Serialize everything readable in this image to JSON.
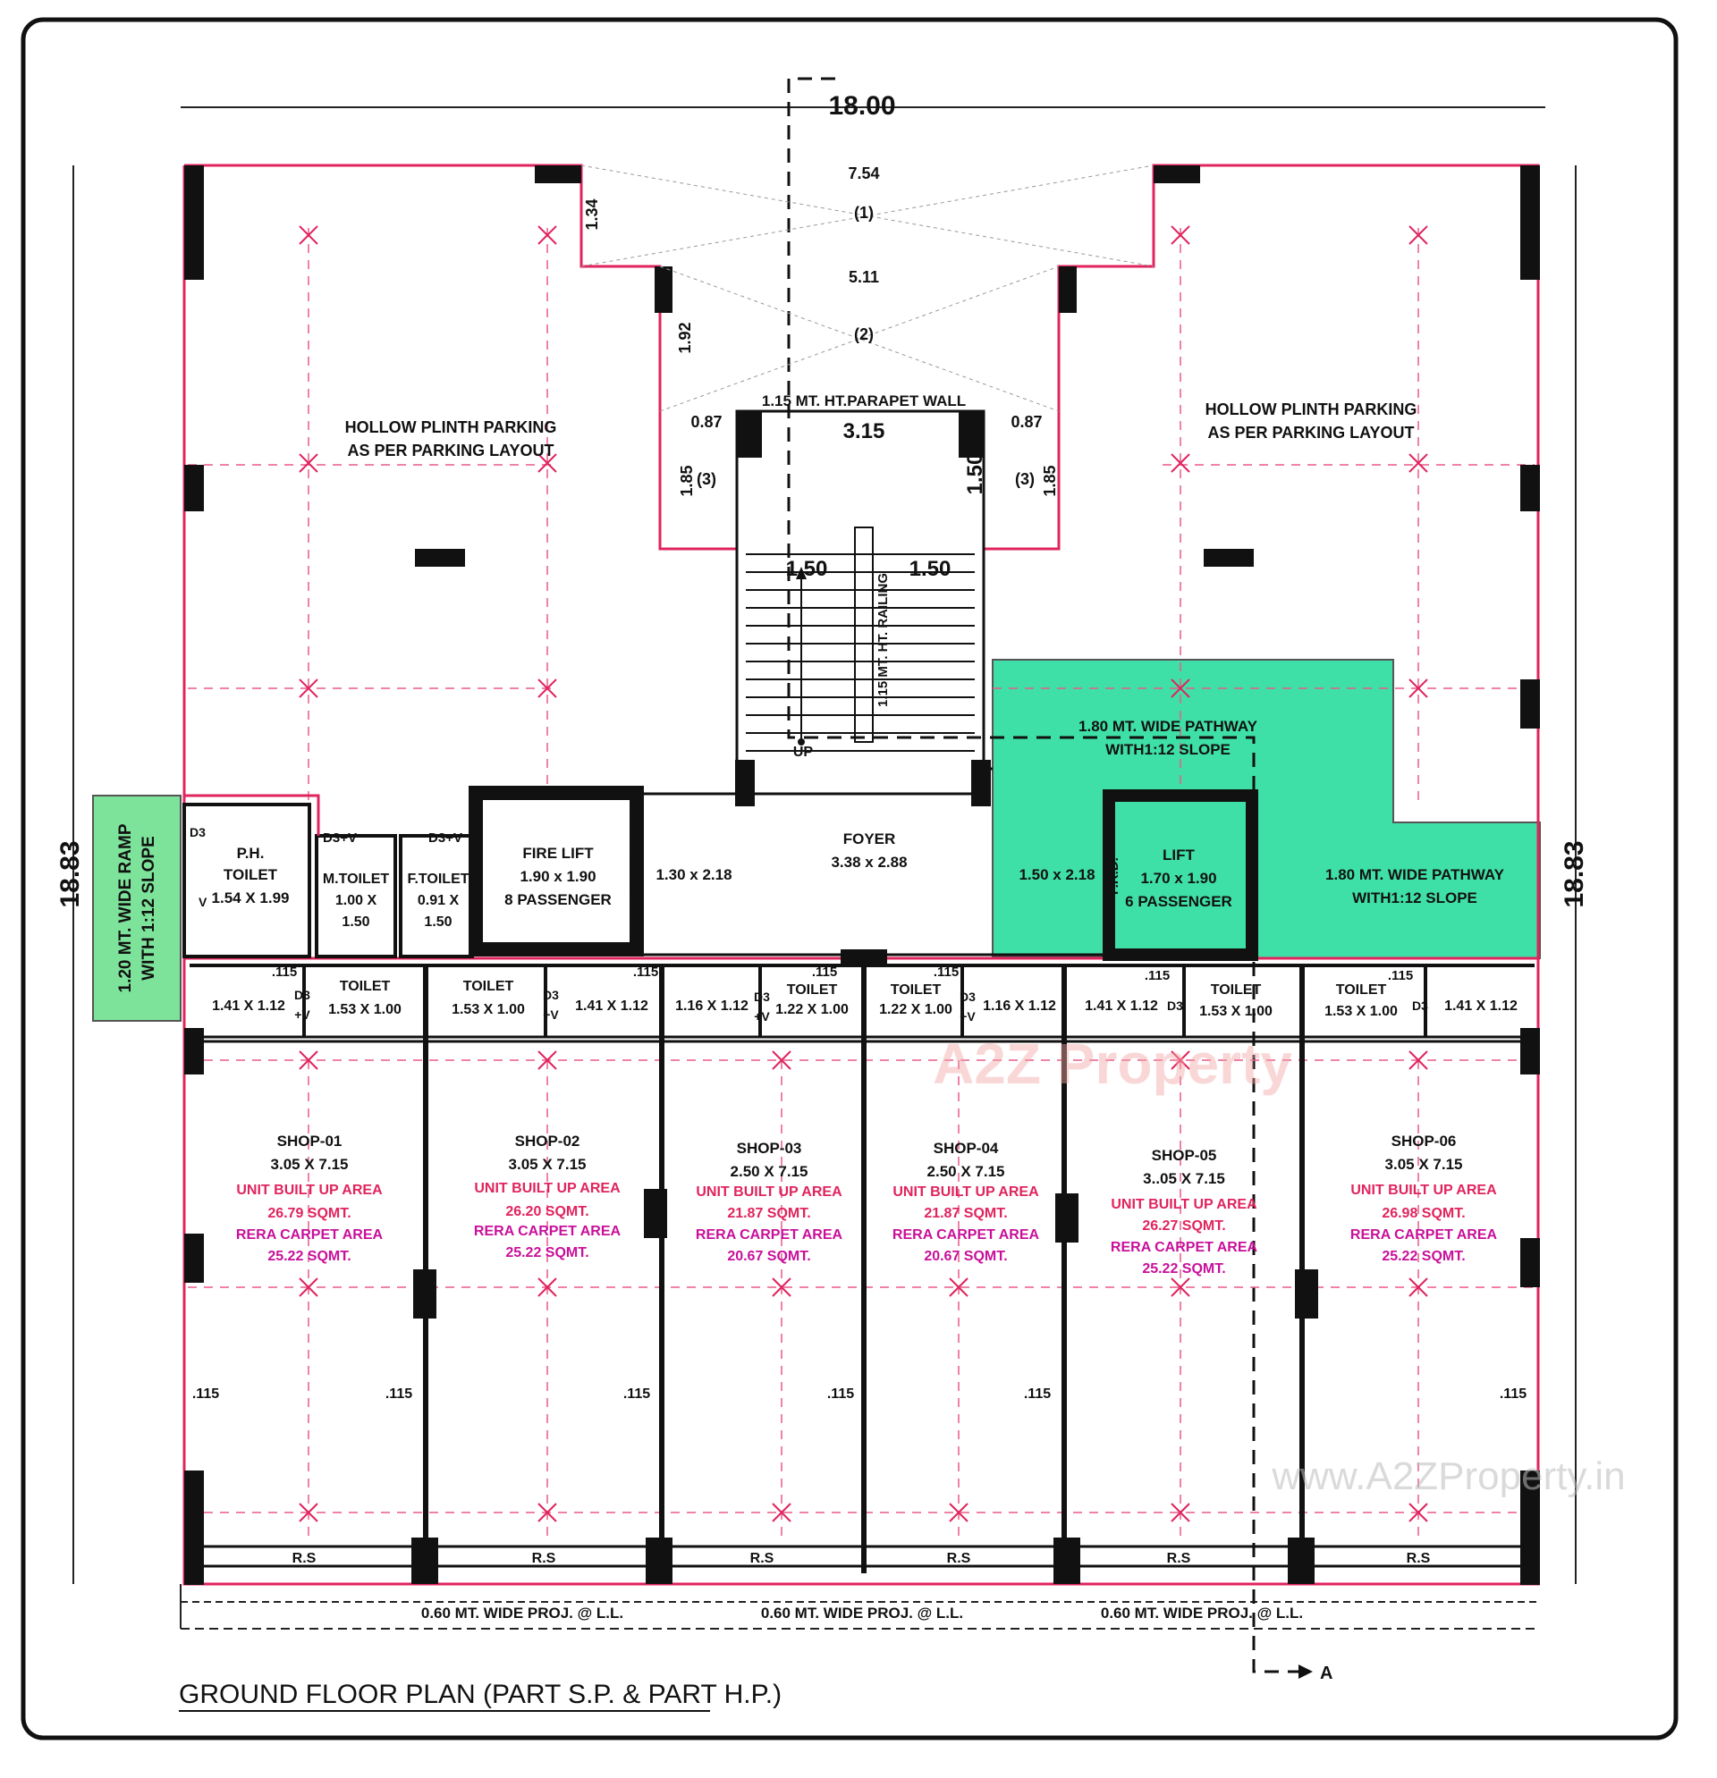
{
  "colors": {
    "wall_outline": "#e0245e",
    "column": "#111111",
    "pathway_fill": "#3fe0a8",
    "ramp_fill": "#7ee39a",
    "grid_dash": "#e85a8a",
    "area_text_red": "#e0245e",
    "area_text_magenta": "#c8109a"
  },
  "icons": [
    "column-marker",
    "grid-cross-marker",
    "section-arrow"
  ],
  "dimensions": {
    "overall_width": "18.00",
    "overall_depth_left": "18.83",
    "overall_depth_right": "18.83",
    "d_7_54": "7.54",
    "d_5_11": "5.11",
    "d_1_34": "1.34",
    "d_1_92": "1.92",
    "d_0_87_left": "0.87",
    "d_0_87_right": "0.87",
    "d_1_85_left": "1.85",
    "d_1_85_right": "1.85",
    "d_3_15": "3.15",
    "d_1_50_v": "1.50",
    "d_1_50_a": "1.50",
    "d_1_50_b": "1.50",
    "mark_1": "(1)",
    "mark_2": "(2)",
    "mark_3_left": "(3)",
    "mark_3_right": "(3)"
  },
  "labels": {
    "parapet": "1.15 MT. HT.PARAPET WALL",
    "railing": "1.15 MT. HT. RAILING",
    "up": "UP",
    "parking_left_1": "HOLLOW PLINTH PARKING",
    "parking_left_2": "AS PER PARKING LAYOUT",
    "parking_right_1": "HOLLOW PLINTH PARKING",
    "parking_right_2": "AS PER PARKING LAYOUT",
    "pathway1_1": "1.80 MT. WIDE PATHWAY",
    "pathway1_2": "WITH1:12 SLOPE",
    "pathway2_1": "1.80 MT. WIDE PATHWAY",
    "pathway2_2": "WITH1:12 SLOPE",
    "ramp_1": "1.20 MT. WIDE RAMP",
    "ramp_2": "WITH 1:12 SLOPE",
    "foyer_1": "FOYER",
    "foyer_2": "3.38 x 2.88",
    "fire_lift_1": "FIRE LIFT",
    "fire_lift_2": "1.90 x 1.90",
    "fire_lift_3": "8 PASSENGER",
    "lift_1": "LIFT",
    "lift_2": "1.70 x 1.90",
    "lift_3": "6 PASSENGER",
    "frd_left": "F.R.D.",
    "frd_right": "F.R.D.",
    "lobby_left": "1.30 x 2.18",
    "lobby_right": "1.50 x 2.18",
    "ph_toilet_1": "P.H.",
    "ph_toilet_2": "TOILET",
    "ph_toilet_3": "1.54 X 1.99",
    "m_toilet_1": "M.TOILET",
    "m_toilet_2": "1.00 X",
    "m_toilet_3": "1.50",
    "f_toilet_1": "F.TOILET",
    "f_toilet_2": "0.91 X",
    "f_toilet_3": "1.50",
    "d3": "D3",
    "d3v_1": "D3+V",
    "d3v_2": "D3+V",
    "v": "V",
    "proj_1": "0.60 MT. WIDE PROJ. @ L.L.",
    "proj_2": "0.60 MT. WIDE PROJ. @ L.L.",
    "proj_3": "0.60 MT. WIDE PROJ. @ L.L.",
    "section": "A",
    "title": "GROUND FLOOR PLAN (PART S.P. & PART H.P.)",
    "watermark_1": "A2Z Property",
    "watermark_2": "www.A2ZProperty.in"
  },
  "back_rooms": [
    {
      "s1": ".115",
      "t1": "TOILET",
      "t2": "1.53 X 1.00",
      "dv": "D3",
      "dv2": "+V",
      "o": "1.41 X 1.12"
    },
    {
      "s1": ".115",
      "t1": "TOILET",
      "t2": "1.53 X 1.00",
      "dv": "D3",
      "dv2": "+V",
      "o": "1.41 X 1.12"
    },
    {
      "s1": ".115",
      "t1": "TOILET",
      "t2": "1.22 X 1.00",
      "dv": "D3",
      "dv2": "+V",
      "o": "1.16 X 1.12"
    },
    {
      "s1": ".115",
      "t1": "TOILET",
      "t2": "1.22 X 1.00",
      "dv": "D3",
      "dv2": "+V",
      "o": "1.16 X 1.12"
    },
    {
      "s1": ".115",
      "t1": "TOILET",
      "t2": "1.53 X 1.00",
      "dv": "D3",
      "dv2": "",
      "o": "1.41 X 1.12"
    },
    {
      "s1": ".115",
      "t1": "TOILET",
      "t2": "1.53 X 1.00",
      "dv": "D3",
      "dv2": "",
      "o": "1.41 X 1.12"
    }
  ],
  "shops": [
    {
      "name": "SHOP-01",
      "size": "3.05 X 7.15",
      "bu_label": "UNIT BUILT UP AREA",
      "bu": "26.79 SQMT.",
      "rc_label": "RERA CARPET AREA",
      "rc": "25.22 SQMT.",
      "rs": "R.S",
      "wall": ".115"
    },
    {
      "name": "SHOP-02",
      "size": "3.05 X 7.15",
      "bu_label": "UNIT BUILT UP AREA",
      "bu": "26.20 SQMT.",
      "rc_label": "RERA CARPET AREA",
      "rc": "25.22 SQMT.",
      "rs": "R.S",
      "wall": ".115"
    },
    {
      "name": "SHOP-03",
      "size": "2.50 X 7.15",
      "bu_label": "UNIT BUILT UP AREA",
      "bu": "21.87 SQMT.",
      "rc_label": "RERA CARPET AREA",
      "rc": "20.67 SQMT.",
      "rs": "R.S",
      "wall": ".115"
    },
    {
      "name": "SHOP-04",
      "size": "2.50 X 7.15",
      "bu_label": "UNIT BUILT UP AREA",
      "bu": "21.87 SQMT.",
      "rc_label": "RERA CARPET AREA",
      "rc": "20.67 SQMT.",
      "rs": "R.S",
      "wall": ".115"
    },
    {
      "name": "SHOP-05",
      "size": "3..05 X 7.15",
      "bu_label": "UNIT BUILT UP AREA",
      "bu": "26.27 SQMT.",
      "rc_label": "RERA CARPET AREA",
      "rc": "25.22 SQMT.",
      "rs": "R.S",
      "wall": ".115"
    },
    {
      "name": "SHOP-06",
      "size": "3.05 X 7.15",
      "bu_label": "UNIT BUILT UP AREA",
      "bu": "26.98 SQMT.",
      "rc_label": "RERA CARPET AREA",
      "rc": "25.22 SQMT.",
      "rs": "R.S",
      "wall": ".115"
    }
  ]
}
